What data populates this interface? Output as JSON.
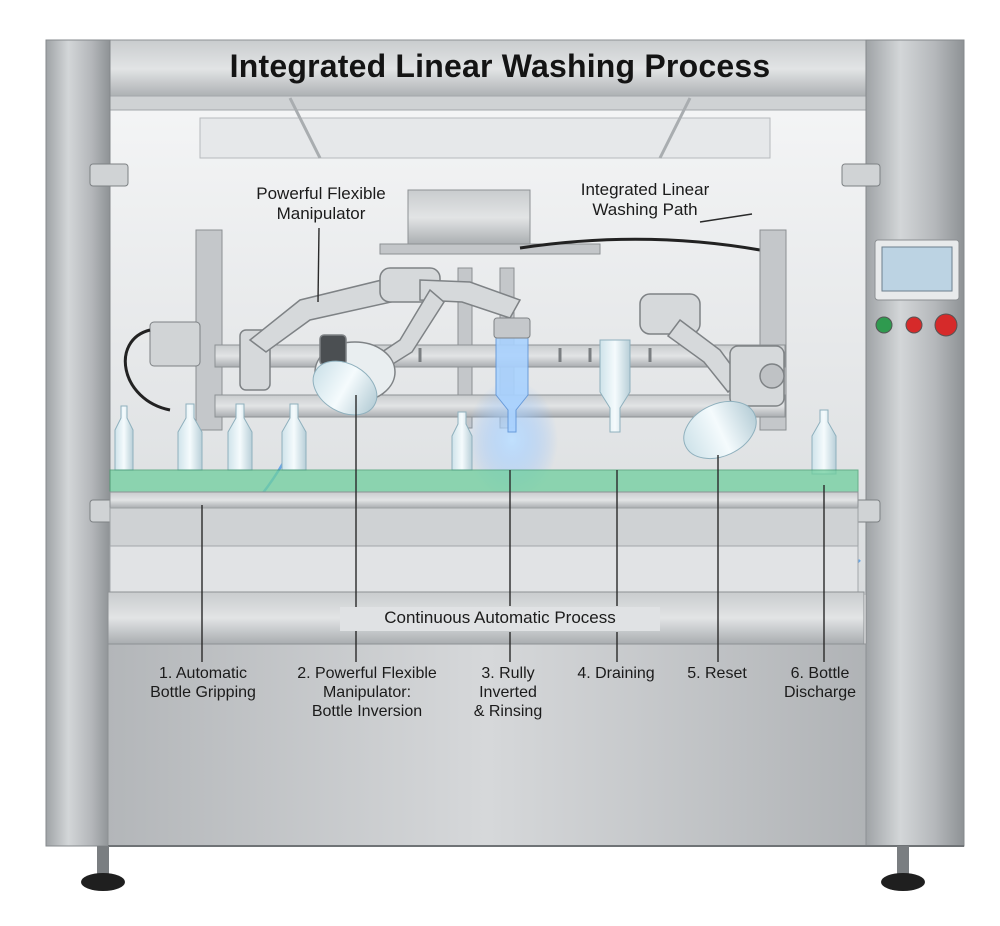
{
  "title": "Integrated Linear Washing Process",
  "callouts": {
    "manipulator": "Powerful Flexible\nManipulator",
    "path": "Integrated Linear\nWashing Path"
  },
  "center_label": "Continuous Automatic Process",
  "steps": [
    {
      "label": "1. Automatic\nBottle Gripping"
    },
    {
      "label": "2. Powerful Flexible\nManipulator:\nBottle Inversion"
    },
    {
      "label": "3. Rully\nInverted\n& Rinsing"
    },
    {
      "label": "4. Draining"
    },
    {
      "label": "5. Reset"
    },
    {
      "label": "6. Bottle\nDischarge"
    }
  ],
  "colors": {
    "steel": "#b9bcbf",
    "steel_dark": "#8f9396",
    "conveyor_green": "#6fcf9e",
    "water_blue": "#7fb6ff",
    "stop_red": "#d62a2a",
    "start_green": "#2f9a4f"
  },
  "icons": [
    "robot-arm-icon",
    "bottle-icon",
    "control-panel-icon",
    "leveling-foot-icon"
  ]
}
